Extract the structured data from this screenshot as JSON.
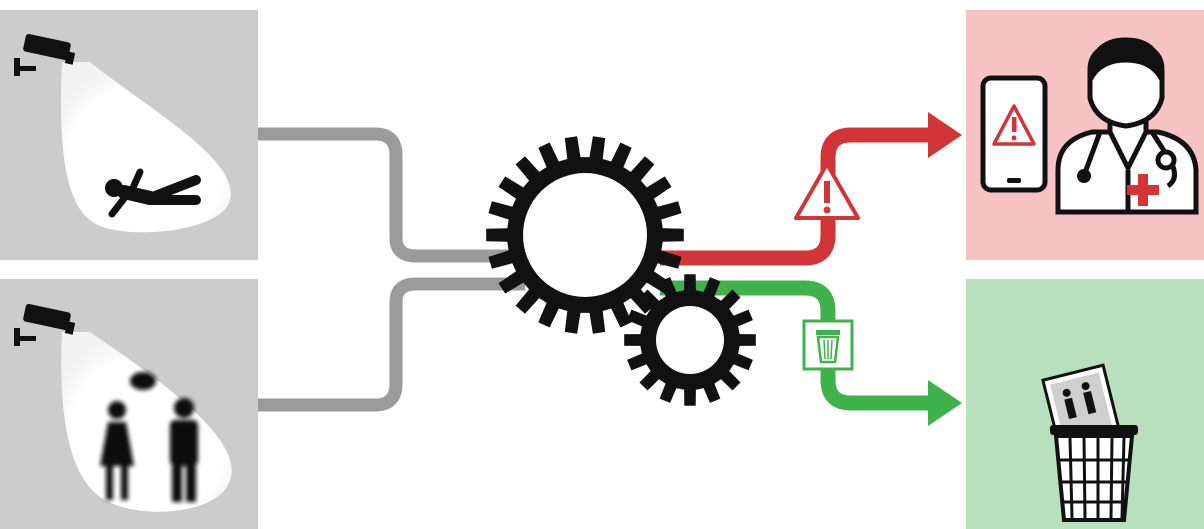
{
  "diagram": {
    "inputs": [
      {
        "id": "fall-event",
        "icon": "camera-icon",
        "subject": "person-falling-icon"
      },
      {
        "id": "normal-event",
        "icon": "camera-icon",
        "subject": "two-people-talking-icon"
      }
    ],
    "processor": {
      "icon": "gears-icon"
    },
    "outputs": [
      {
        "id": "alert",
        "path_color": "#d13538",
        "panel_color": "#f6c2c3",
        "badge": "warning-triangle-icon",
        "result_icons": [
          "phone-alert-icon",
          "doctor-icon"
        ]
      },
      {
        "id": "discard",
        "path_color": "#3fb24b",
        "panel_color": "#b9e0bd",
        "badge": "trash-badge-icon",
        "result_icons": [
          "trash-bin-with-photo-icon"
        ]
      }
    ],
    "colors": {
      "input_panel": "#cccccc",
      "input_path": "#9b9b9b",
      "gear": "#111111"
    }
  }
}
